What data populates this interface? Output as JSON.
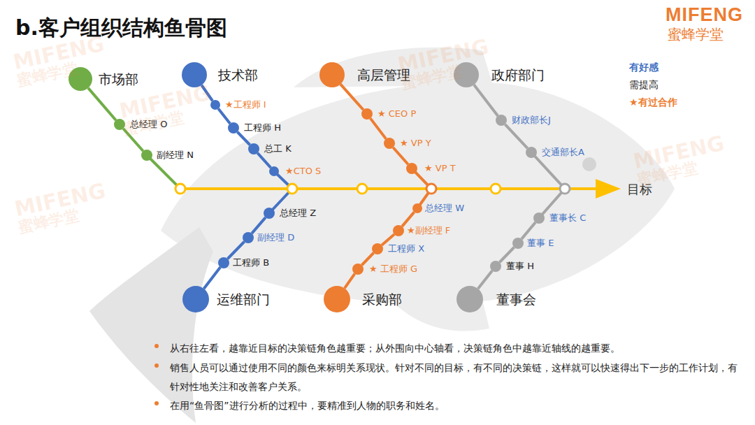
{
  "diagram": {
    "title": "b.客户组织结构鱼骨图",
    "nodes": [
      {
        "text": [
          "市场部"
        ]
      },
      {
        "text": [
          "总经理 O"
        ]
      },
      {
        "text": [
          "副经理 N"
        ]
      },
      {
        "text": [
          "技术部"
        ]
      },
      {
        "text": [
          "★工程师 I"
        ]
      },
      {
        "text": [
          "工程师 H"
        ]
      },
      {
        "text": [
          "总工 K"
        ]
      },
      {
        "text": [
          "★CTO S"
        ]
      },
      {
        "text": [
          "高层管理"
        ]
      },
      {
        "text": [
          "★ CEO P"
        ]
      },
      {
        "text": [
          "★ VP Y"
        ]
      },
      {
        "text": [
          "★ VP T"
        ]
      },
      {
        "text": [
          "政府部门"
        ]
      },
      {
        "text": [
          "财政部长J"
        ]
      },
      {
        "text": [
          "交通部长A"
        ]
      },
      {
        "text": [
          "运维部门"
        ]
      },
      {
        "text": [
          "总经理 Z"
        ]
      },
      {
        "text": [
          "副经理 D"
        ]
      },
      {
        "text": [
          "工程师 B"
        ]
      },
      {
        "text": [
          "采购部"
        ]
      },
      {
        "text": [
          "总经理 W"
        ]
      },
      {
        "text": [
          "★副经理 F"
        ]
      },
      {
        "text": [
          "工程师 X"
        ]
      },
      {
        "text": [
          "★ 工程师 G"
        ]
      },
      {
        "text": [
          "董事会"
        ]
      },
      {
        "text": [
          "董事长 C"
        ]
      },
      {
        "text": [
          "董事 E"
        ]
      },
      {
        "text": [
          "董事 H"
        ]
      }
    ],
    "edges": [
      {
        "from": 0,
        "to": 1,
        "arrow": "none"
      },
      {
        "from": 1,
        "to": 2,
        "arrow": "none"
      },
      {
        "from": 3,
        "to": 4,
        "arrow": "none"
      },
      {
        "from": 4,
        "to": 5,
        "arrow": "none"
      },
      {
        "from": 5,
        "to": 6,
        "arrow": "none"
      },
      {
        "from": 6,
        "to": 7,
        "arrow": "none"
      },
      {
        "from": 8,
        "to": 9,
        "arrow": "none"
      },
      {
        "from": 9,
        "to": 10,
        "arrow": "none"
      },
      {
        "from": 10,
        "to": 11,
        "arrow": "none"
      },
      {
        "from": 12,
        "to": 13,
        "arrow": "none"
      },
      {
        "from": 13,
        "to": 14,
        "arrow": "none"
      },
      {
        "from": 15,
        "to": 18,
        "arrow": "none"
      },
      {
        "from": 18,
        "to": 17,
        "arrow": "none"
      },
      {
        "from": 17,
        "to": 16,
        "arrow": "none"
      },
      {
        "from": 19,
        "to": 23,
        "arrow": "none"
      },
      {
        "from": 23,
        "to": 22,
        "arrow": "none"
      },
      {
        "from": 22,
        "to": 21,
        "arrow": "none"
      },
      {
        "from": 21,
        "to": 20,
        "arrow": "none"
      },
      {
        "from": 24,
        "to": 27,
        "arrow": "none"
      },
      {
        "from": 27,
        "to": 26,
        "arrow": "none"
      },
      {
        "from": 26,
        "to": 25,
        "arrow": "none"
      }
    ],
    "labels": [
      "MIFENG",
      "蜜蜂学堂",
      "目标",
      "从右往左看，越靠近目标的决策链角色越重要；从外围向中心轴看，决策链角色中越靠近轴线的越重要。",
      "销售人员可以通过使用不同的颜色来标明关系现状。针对不同的目标，有不同的决策链，这样就可以快速得出下一步的工作计划，有针对性地关注和改善客户关系。",
      "在用“鱼骨图”进行分析的过程中，要精准到人物的职务和姓名。",
      "MIFENG",
      "蜜蜂学堂",
      "MIFENG",
      "蜜蜂学堂",
      "MIFENG",
      "蜜蜂学堂",
      "MIFENG",
      "蜜蜂学堂",
      "MIFENG",
      "蜜蜂学堂"
    ],
    "legend": [
      {
        "text": "有好感",
        "color": "#4472c4"
      },
      {
        "text": "需提高",
        "color": "#222222"
      },
      {
        "text": "★有过合作",
        "color": "#ed7d31"
      }
    ]
  }
}
